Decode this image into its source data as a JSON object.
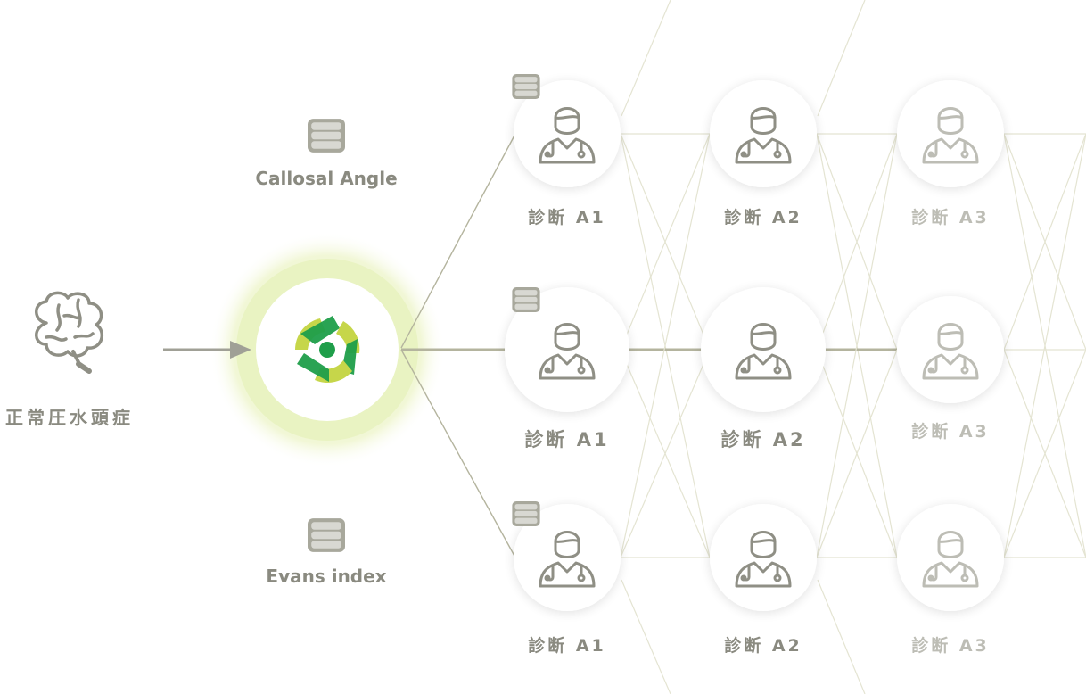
{
  "source": {
    "label": "正常圧水頭症",
    "icon": "brain-icon"
  },
  "hub": {
    "icon": "hub-logo-icon"
  },
  "inputs": [
    {
      "label": "Callosal Angle",
      "icon": "database-icon"
    },
    {
      "label": "Evans index",
      "icon": "database-icon"
    }
  ],
  "columns": [
    {
      "labels": [
        "診断 A1",
        "診断 A1",
        "診断 A1"
      ]
    },
    {
      "labels": [
        "診断 A2",
        "診断 A2",
        "診断 A2"
      ]
    },
    {
      "labels": [
        "診断 A3",
        "診断 A3",
        "診断 A3"
      ]
    }
  ],
  "colors": {
    "text": "#8a8a80",
    "text_faded": "#bdbdb5",
    "line": "#b4b49e",
    "line_light": "#e4e4d2",
    "accent_green": "#1f9e4a",
    "accent_yellow": "#c6d64a",
    "glow": "#eef5cf"
  }
}
